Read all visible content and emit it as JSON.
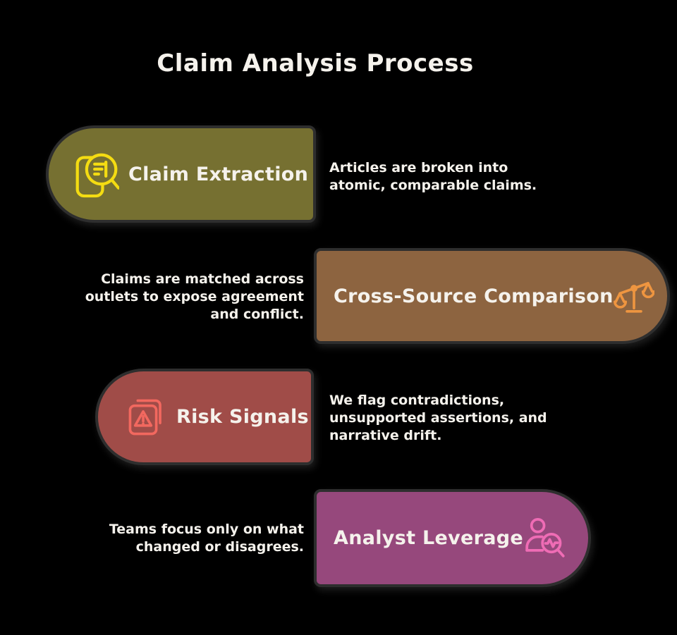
{
  "page": {
    "title": "Claim Analysis Process",
    "background_color": "#000000",
    "text_color": "#f5f2ec",
    "card_outline_color": "#2e2e2e"
  },
  "steps": [
    {
      "label": "Claim Extraction",
      "description_lines": [
        "Articles are broken into",
        "atomic, comparable claims."
      ],
      "card_color": "#767031",
      "icon": "document-search-icon",
      "icon_color": "#f4dc12",
      "card_side": "left",
      "description_side": "right"
    },
    {
      "label": "Cross-Source Comparison",
      "description_lines": [
        "Claims are matched across",
        "outlets to expose agreement",
        "and conflict."
      ],
      "card_color": "#8d6440",
      "icon": "balance-scale-icon",
      "icon_color": "#ee9540",
      "card_side": "right",
      "description_side": "left"
    },
    {
      "label": "Risk Signals",
      "description_lines": [
        "We flag contradictions,",
        "unsupported assertions, and",
        "narrative drift."
      ],
      "card_color": "#a04c48",
      "icon": "warning-pages-icon",
      "icon_color": "#f2685f",
      "card_side": "left",
      "description_side": "right"
    },
    {
      "label": "Analyst Leverage",
      "description_lines": [
        "Teams focus only on what",
        "changed or disagrees."
      ],
      "card_color": "#96487c",
      "icon": "person-magnifier-icon",
      "icon_color": "#ef6cb5",
      "card_side": "right",
      "description_side": "left"
    }
  ]
}
